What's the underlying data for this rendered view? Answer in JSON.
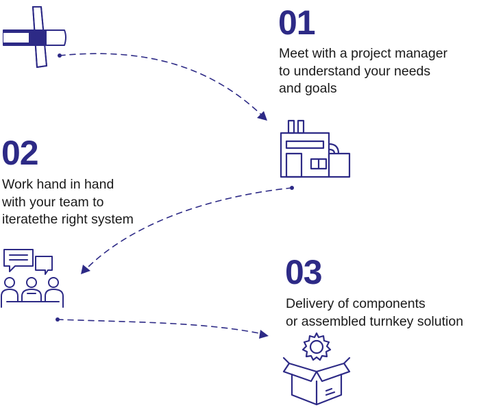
{
  "accent_color": "#2d2a86",
  "steps": [
    {
      "number": "01",
      "lines": [
        "Meet with a project manager",
        "to understand your needs",
        "and goals"
      ],
      "icon": "airplane-icon"
    },
    {
      "number": "02",
      "lines": [
        "Work hand in hand",
        "with your team to",
        "iteratethe right system"
      ],
      "icon": "factory-icon"
    },
    {
      "number": "03",
      "lines": [
        "Delivery of components",
        "or assembled turnkey solution"
      ],
      "icon": "team-discussion-icon"
    }
  ],
  "final_icon": "open-box-gear-icon"
}
